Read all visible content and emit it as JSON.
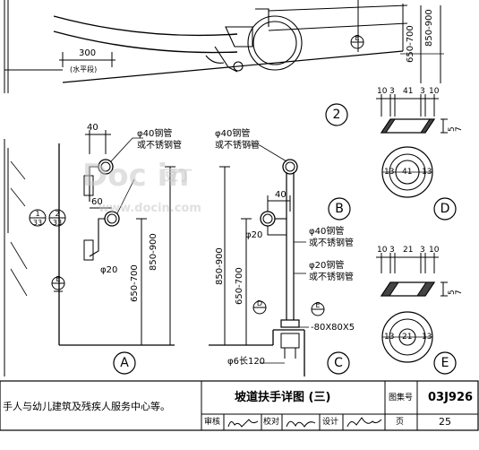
{
  "labels": {
    "dim_300": "300",
    "level_segment": "(水平段)",
    "h_range_top_1": "650-700",
    "h_range_top_2": "850-900",
    "detail_2": "2",
    "pipe_spec_a": "φ40钢管",
    "pipe_spec_a2": "或不锈钢管",
    "dim_40_a": "40",
    "dim_60_a": "60",
    "phi20_a": "φ20",
    "sec_1": "1",
    "sec_1_sheet": "33",
    "sec_2": "2",
    "sec_2_sheet": "33",
    "h_range_a1": "850-900",
    "h_range_a2": "650-700",
    "marker_E": "E",
    "pipe_spec_b": "φ40钢管",
    "pipe_spec_b2": "或不锈钢管",
    "dim_40_b": "40",
    "phi20_b": "φ20",
    "h_range_b1": "850-900",
    "h_range_b2": "650-700",
    "pipe_spec_b3": "φ40钢管",
    "pipe_spec_b4": "或不锈钢管",
    "pipe_spec_b5": "φ20钢管",
    "pipe_spec_b6": "或不锈钢管",
    "marker_D": "D",
    "steel_plate": "-80X80X5",
    "rod_spec": "φ6长120",
    "detail_A": "A",
    "detail_B": "B",
    "detail_C": "C",
    "detail_D": "D",
    "detail_E": "E",
    "d_dims": [
      "10",
      "3",
      "41",
      "3",
      "10"
    ],
    "d_thk": [
      "5",
      "7"
    ],
    "d_plan": [
      "13",
      "41",
      "13"
    ],
    "e_dims": [
      "10",
      "3",
      "21",
      "3",
      "10"
    ],
    "e_thk": [
      "5",
      "7"
    ],
    "e_plan": [
      "13",
      "21",
      "13"
    ]
  },
  "title_block": {
    "note_text": "手人与幼儿建筑及残疾人服务中心等。",
    "drawing_title": "坡道扶手详图 (三)",
    "atlas_label": "图集号",
    "atlas_no": "03J926",
    "review_label": "审核",
    "check_label": "校对",
    "design_label": "设计",
    "page_label": "页",
    "page_no": "25"
  },
  "watermark": {
    "logo": "Doc in",
    "cn": "豆丁",
    "url": "www.docin.com"
  }
}
